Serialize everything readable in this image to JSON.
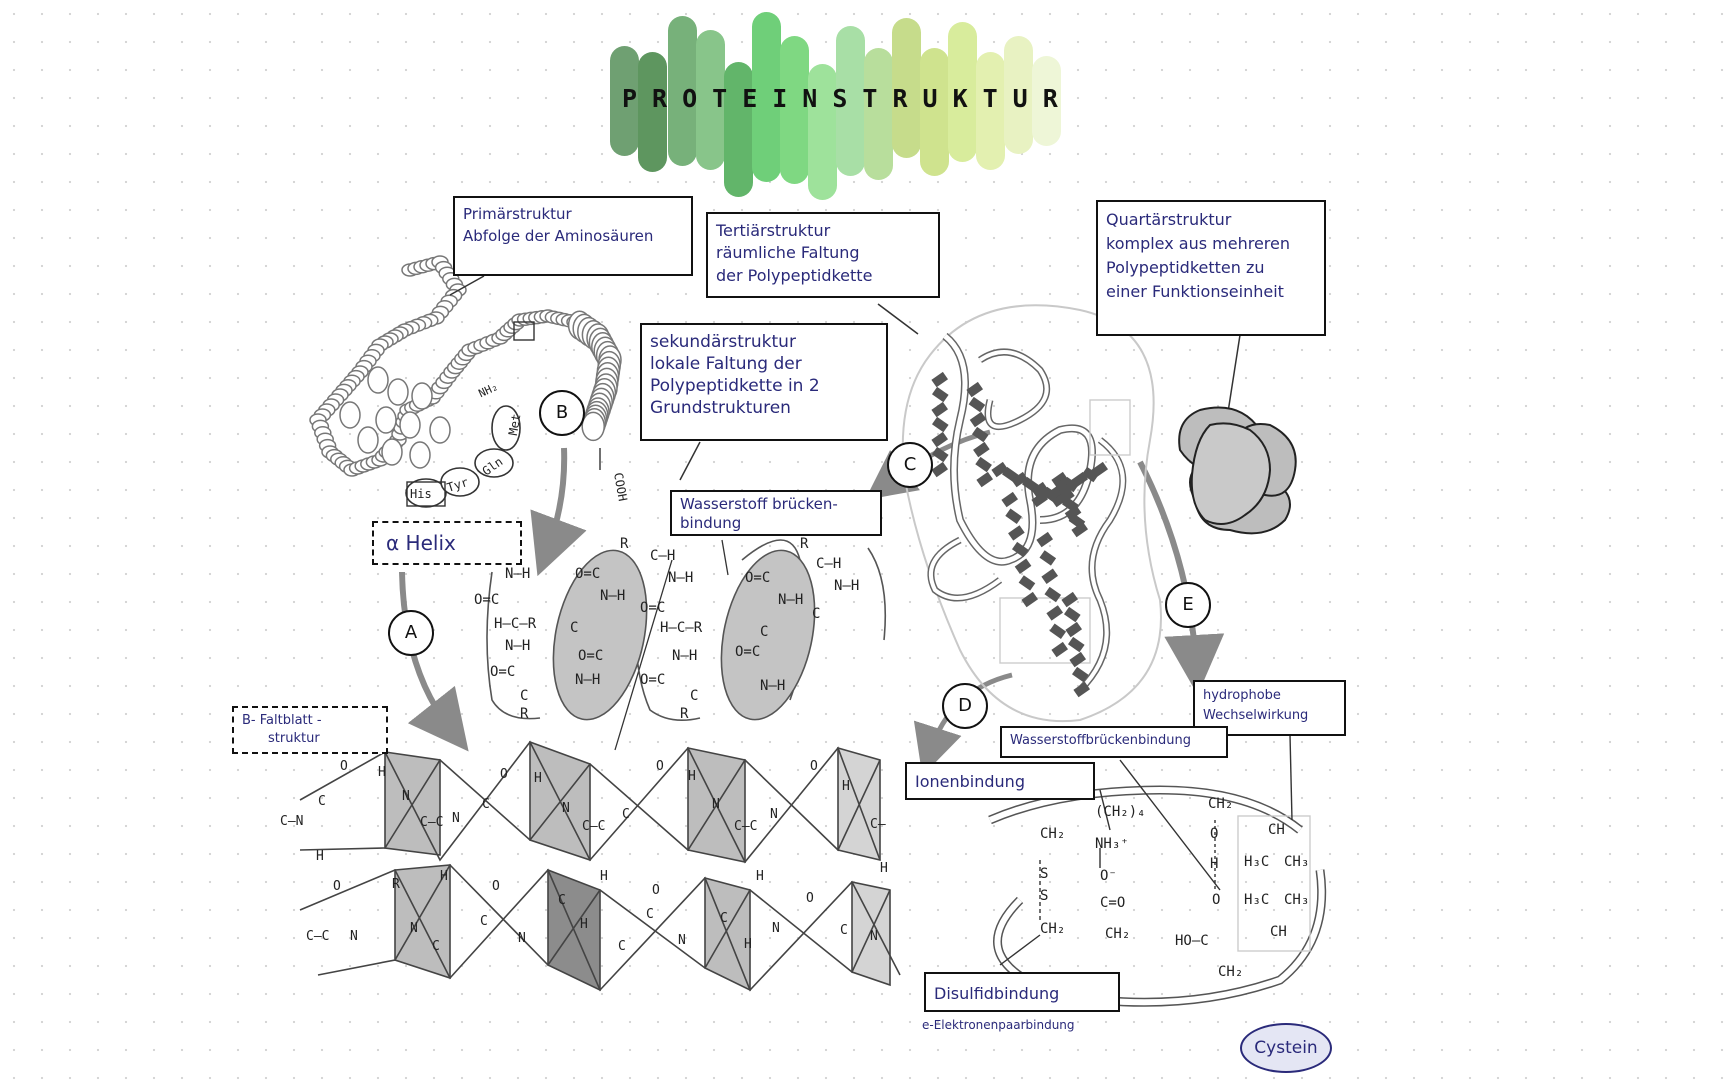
{
  "title": "PROTEINSTRUKTUR",
  "title_colors": [
    "#6fa072",
    "#5e965f",
    "#77b17a",
    "#88c58a",
    "#62b56a",
    "#6fcf79",
    "#7fd882",
    "#9ee29b",
    "#a8dfa6",
    "#b8de9c",
    "#c6dc8b",
    "#cfe38e",
    "#d8ec9c",
    "#e3f0b0",
    "#e8f2c2",
    "#eef6d7"
  ],
  "boxes": {
    "primary": {
      "heading": "Primärstruktur",
      "text": "Abfolge der Aminosäuren"
    },
    "secondary": {
      "heading": "sekundärstruktur",
      "lines": [
        "lokale Faltung der",
        "Polypeptidkette in 2",
        "Grundstrukturen"
      ]
    },
    "tertiary": {
      "heading": "Tertiärstruktur",
      "lines": [
        "räumliche Faltung",
        "der Polypeptidkette"
      ]
    },
    "quaternary": {
      "heading": "Quartärstruktur",
      "lines": [
        "komplex aus mehreren",
        "Polypeptidketten zu",
        "einer Funktionseinheit"
      ]
    }
  },
  "labels": {
    "alpha_helix": "α Helix",
    "beta_sheet": [
      "B- Faltblatt -",
      "struktur"
    ],
    "hydrogen_bond": [
      "Wasserstoff brücken-",
      "bindung"
    ],
    "hydrophobic": [
      "hydrophobe",
      "Wechselwirkung"
    ],
    "hbond_tertiary": "Wasserstoffbrückenbindung",
    "ionic": "Ionenbindung",
    "disulfide": "Disulfidbindung",
    "electron_pair": "e-Elektronenpaarbindung",
    "cystein": "Cystein"
  },
  "markers": {
    "a": "A",
    "b": "B",
    "c": "C",
    "d": "D",
    "e": "E"
  },
  "amino_acids": [
    "His",
    "Tyr",
    "Gln",
    "Met"
  ],
  "chain_ends": {
    "n_term": "NH₂",
    "c_term": "COOH"
  },
  "side_chains": {
    "s1": "CH₂",
    "s2": "S",
    "s3": "S",
    "s4": "CH₂",
    "k1": "(CH₂)₄",
    "k2": "NH₃⁺",
    "o1": "O⁻",
    "o2": "C=O",
    "o3": "CH₂",
    "h1": "CH₂",
    "h2": "O",
    "h3": "H",
    "h4": "O",
    "h5": "HO—C",
    "h6": "CH₂",
    "v1": "CH",
    "v2": "H₃C",
    "v3": "CH₃",
    "v4": "H₃C",
    "v5": "CH₃",
    "v6": "CH"
  },
  "colors": {
    "ink": "#111111",
    "pen_blue": "#2a2a7a",
    "shade": "#bdbdbd",
    "dark_shade": "#8c8c8c"
  }
}
